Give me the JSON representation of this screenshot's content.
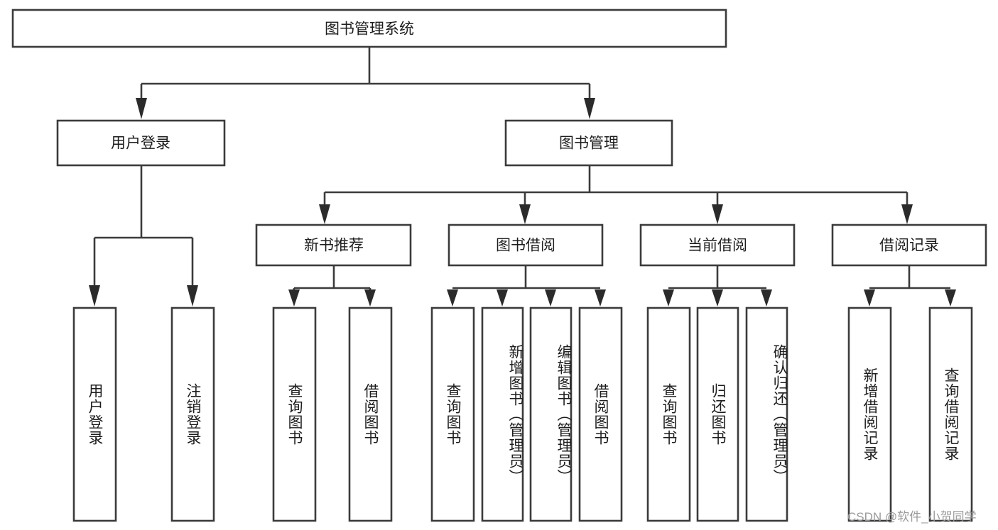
{
  "diagram": {
    "title": "图书管理系统",
    "type": "tree",
    "root": {
      "id": "root",
      "label": "图书管理系统"
    },
    "level2": [
      {
        "id": "user-login",
        "label": "用户登录"
      },
      {
        "id": "book-manage",
        "label": "图书管理"
      }
    ],
    "level3": [
      {
        "id": "new-book-recommend",
        "label": "新书推荐",
        "parent": "book-manage"
      },
      {
        "id": "book-borrow",
        "label": "图书借阅",
        "parent": "book-manage"
      },
      {
        "id": "current-borrow",
        "label": "当前借阅",
        "parent": "book-manage"
      },
      {
        "id": "borrow-record",
        "label": "借阅记录",
        "parent": "book-manage"
      }
    ],
    "leaves": [
      {
        "id": "leaf-user-login",
        "label": "用户登录",
        "parent": "user-login"
      },
      {
        "id": "leaf-user-logout",
        "label": "注销登录",
        "parent": "user-login"
      },
      {
        "id": "leaf-query-book-1",
        "label": "查询图书",
        "parent": "new-book-recommend"
      },
      {
        "id": "leaf-borrow-book-1",
        "label": "借阅图书",
        "parent": "new-book-recommend"
      },
      {
        "id": "leaf-query-book-2",
        "label": "查询图书",
        "parent": "book-borrow"
      },
      {
        "id": "leaf-add-book",
        "label": "新增图书（管理员）",
        "parent": "book-borrow"
      },
      {
        "id": "leaf-edit-book",
        "label": "编辑图书（管理员）",
        "parent": "book-borrow"
      },
      {
        "id": "leaf-borrow-book-2",
        "label": "借阅图书",
        "parent": "book-borrow"
      },
      {
        "id": "leaf-query-book-3",
        "label": "查询图书",
        "parent": "current-borrow"
      },
      {
        "id": "leaf-return-book",
        "label": "归还图书",
        "parent": "current-borrow"
      },
      {
        "id": "leaf-confirm-return",
        "label": "确认归还（管理员）",
        "parent": "current-borrow"
      },
      {
        "id": "leaf-add-record",
        "label": "新增借阅记录",
        "parent": "borrow-record"
      },
      {
        "id": "leaf-query-record",
        "label": "查询借阅记录",
        "parent": "borrow-record"
      }
    ],
    "colors": {
      "stroke": "#3b3b3b",
      "fill": "#ffffff",
      "text": "#1d1d1d",
      "watermark": "#9a9a9a"
    }
  },
  "watermark": {
    "text": "CSDN @软件_小贺同学"
  }
}
